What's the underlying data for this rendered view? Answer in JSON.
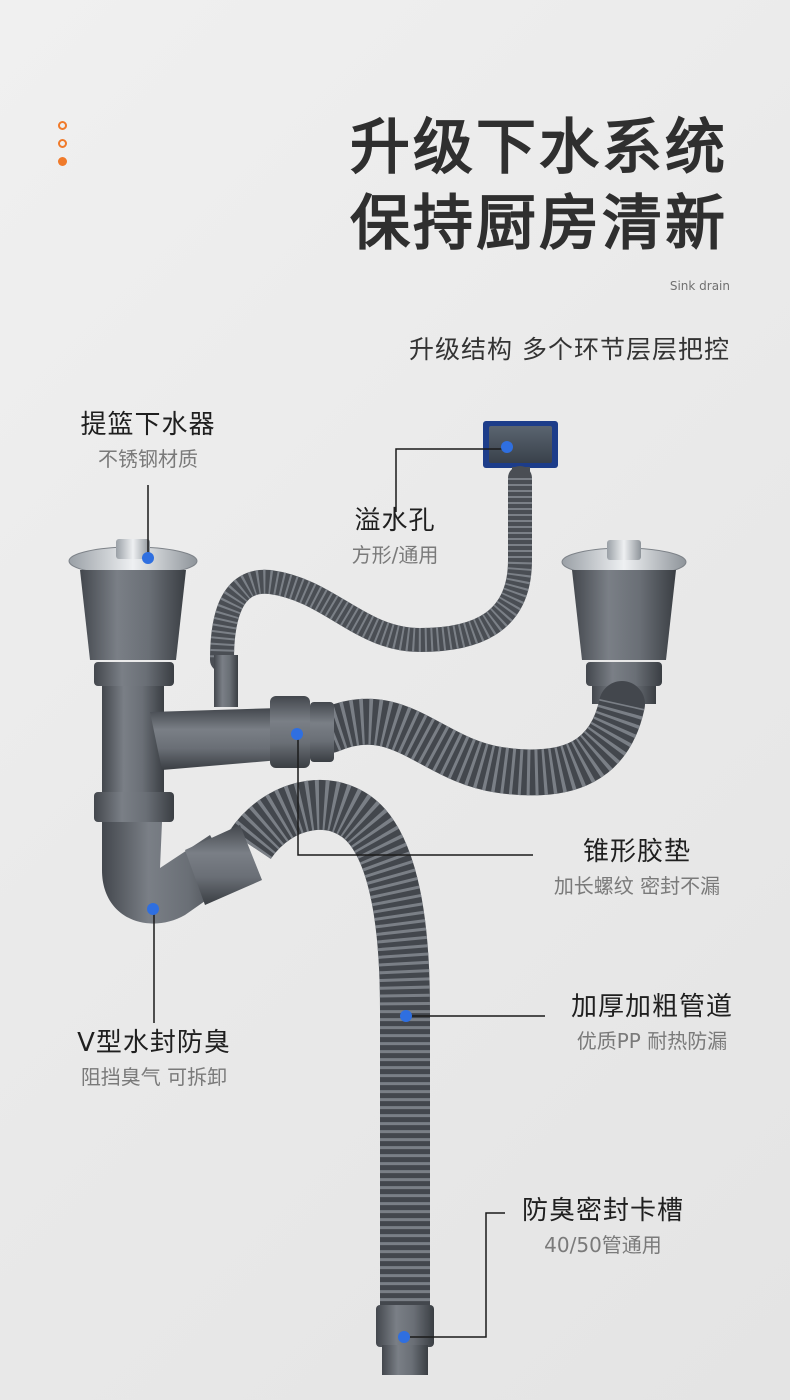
{
  "header": {
    "title_line1": "升级下水系统",
    "title_line2": "保持厨房清新",
    "title_en": "Sink drain",
    "subtitle": "升级结构 多个环节层层把控"
  },
  "callouts": {
    "basket_drain": {
      "title": "提篮下水器",
      "desc": "不锈钢材质"
    },
    "overflow_hole": {
      "title": "溢水孔",
      "desc": "方形/通用"
    },
    "cone_gasket": {
      "title": "锥形胶垫",
      "desc": "加长螺纹 密封不漏"
    },
    "thick_pipe": {
      "title": "加厚加粗管道",
      "desc": "优质PP 耐热防漏"
    },
    "v_trap": {
      "title": "V型水封防臭",
      "desc": "阻挡臭气 可拆卸"
    },
    "odor_seal": {
      "title": "防臭密封卡槽",
      "desc": "40/50管通用"
    }
  },
  "colors": {
    "accent": "#f07a2a",
    "pipe": "#5d6269",
    "marker": "#2f6fe0"
  }
}
